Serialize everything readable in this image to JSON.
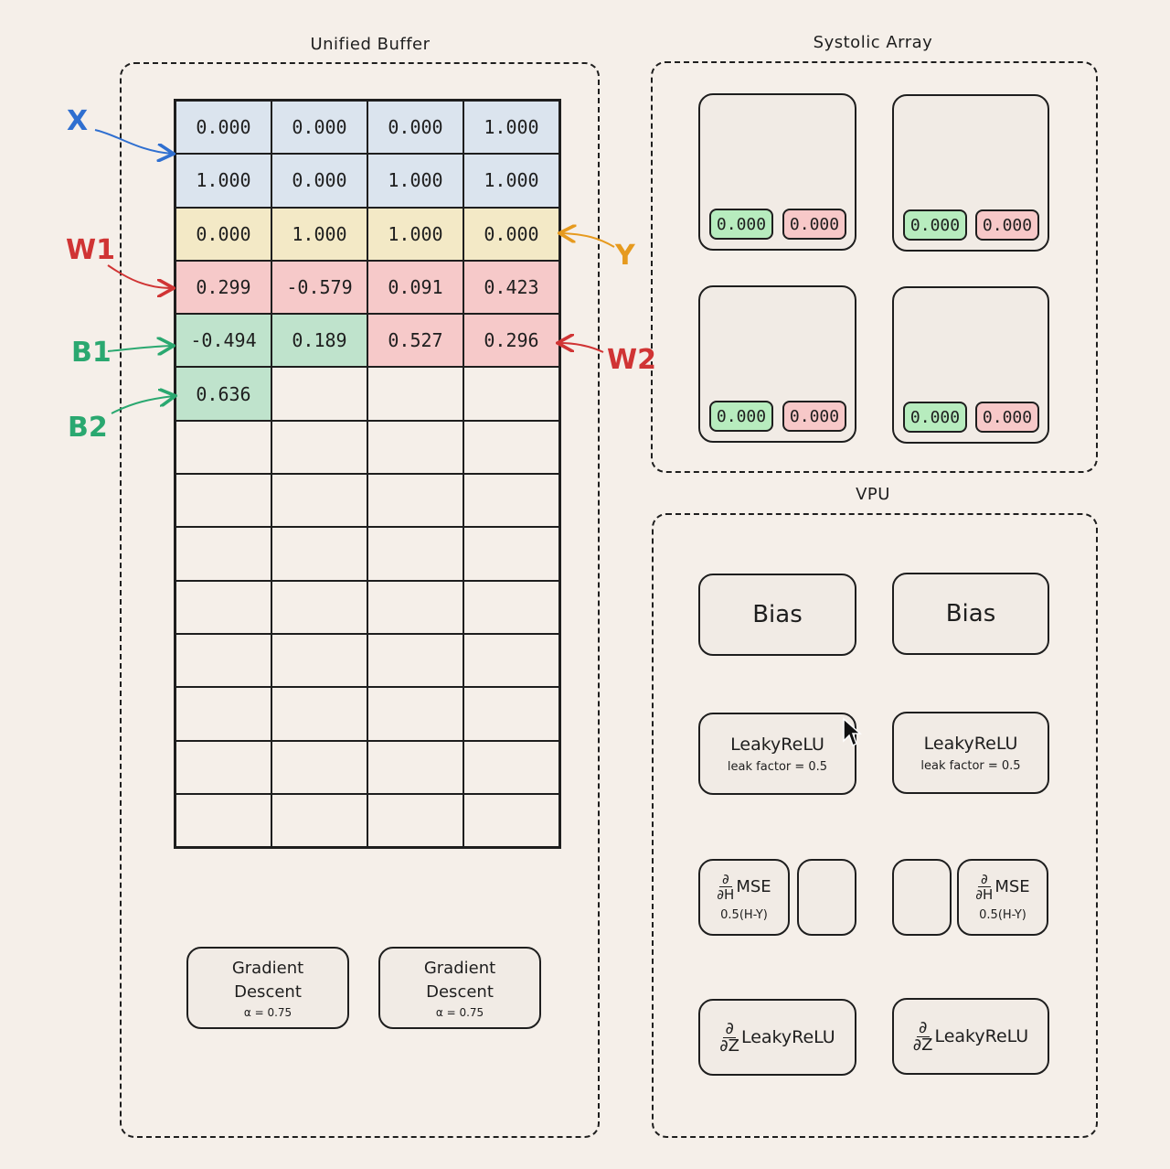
{
  "titles": {
    "unified_buffer": "Unified Buffer",
    "systolic_array": "Systolic Array",
    "vpu": "VPU"
  },
  "labels": {
    "x": "X",
    "y": "Y",
    "w1": "W1",
    "w2": "W2",
    "b1": "B1",
    "b2": "B2"
  },
  "colors": {
    "x_label": "#2f6fd0",
    "y_label": "#e69a1e",
    "w_label": "#d03434",
    "b_label": "#2aa870",
    "x_cell": "#dbe4ee",
    "y_cell": "#f3e9c6",
    "w_cell": "#f6c9c9",
    "b_cell": "#bfe3cc"
  },
  "buffer_rows": [
    {
      "cells": [
        {
          "v": "0.000",
          "t": "x"
        },
        {
          "v": "0.000",
          "t": "x"
        },
        {
          "v": "0.000",
          "t": "x"
        },
        {
          "v": "1.000",
          "t": "x"
        }
      ]
    },
    {
      "cells": [
        {
          "v": "1.000",
          "t": "x"
        },
        {
          "v": "0.000",
          "t": "x"
        },
        {
          "v": "1.000",
          "t": "x"
        },
        {
          "v": "1.000",
          "t": "x"
        }
      ]
    },
    {
      "cells": [
        {
          "v": "0.000",
          "t": "y"
        },
        {
          "v": "1.000",
          "t": "y"
        },
        {
          "v": "1.000",
          "t": "y"
        },
        {
          "v": "0.000",
          "t": "y"
        }
      ]
    },
    {
      "cells": [
        {
          "v": "0.299",
          "t": "w1"
        },
        {
          "v": "-0.579",
          "t": "w1"
        },
        {
          "v": "0.091",
          "t": "w1"
        },
        {
          "v": "0.423",
          "t": "w1"
        }
      ]
    },
    {
      "cells": [
        {
          "v": "-0.494",
          "t": "b1"
        },
        {
          "v": "0.189",
          "t": "b1"
        },
        {
          "v": "0.527",
          "t": "w2"
        },
        {
          "v": "0.296",
          "t": "w2"
        }
      ]
    },
    {
      "cells": [
        {
          "v": "0.636",
          "t": "b2"
        },
        {
          "v": "",
          "t": "empty"
        },
        {
          "v": "",
          "t": "empty"
        },
        {
          "v": "",
          "t": "empty"
        }
      ]
    },
    {
      "cells": [
        {
          "v": "",
          "t": "empty"
        },
        {
          "v": "",
          "t": "empty"
        },
        {
          "v": "",
          "t": "empty"
        },
        {
          "v": "",
          "t": "empty"
        }
      ]
    },
    {
      "cells": [
        {
          "v": "",
          "t": "empty"
        },
        {
          "v": "",
          "t": "empty"
        },
        {
          "v": "",
          "t": "empty"
        },
        {
          "v": "",
          "t": "empty"
        }
      ]
    },
    {
      "cells": [
        {
          "v": "",
          "t": "empty"
        },
        {
          "v": "",
          "t": "empty"
        },
        {
          "v": "",
          "t": "empty"
        },
        {
          "v": "",
          "t": "empty"
        }
      ]
    },
    {
      "cells": [
        {
          "v": "",
          "t": "empty"
        },
        {
          "v": "",
          "t": "empty"
        },
        {
          "v": "",
          "t": "empty"
        },
        {
          "v": "",
          "t": "empty"
        }
      ]
    },
    {
      "cells": [
        {
          "v": "",
          "t": "empty"
        },
        {
          "v": "",
          "t": "empty"
        },
        {
          "v": "",
          "t": "empty"
        },
        {
          "v": "",
          "t": "empty"
        }
      ]
    },
    {
      "cells": [
        {
          "v": "",
          "t": "empty"
        },
        {
          "v": "",
          "t": "empty"
        },
        {
          "v": "",
          "t": "empty"
        },
        {
          "v": "",
          "t": "empty"
        }
      ]
    },
    {
      "cells": [
        {
          "v": "",
          "t": "empty"
        },
        {
          "v": "",
          "t": "empty"
        },
        {
          "v": "",
          "t": "empty"
        },
        {
          "v": "",
          "t": "empty"
        }
      ]
    },
    {
      "cells": [
        {
          "v": "",
          "t": "empty"
        },
        {
          "v": "",
          "t": "empty"
        },
        {
          "v": "",
          "t": "empty"
        },
        {
          "v": "",
          "t": "empty"
        }
      ]
    }
  ],
  "gradient_descent": [
    {
      "line1": "Gradient",
      "line2": "Descent",
      "alpha": "α = 0.75"
    },
    {
      "line1": "Gradient",
      "line2": "Descent",
      "alpha": "α = 0.75"
    }
  ],
  "systolic_pes": [
    {
      "green": "0.000",
      "red": "0.000"
    },
    {
      "green": "0.000",
      "red": "0.000"
    },
    {
      "green": "0.000",
      "red": "0.000"
    },
    {
      "green": "0.000",
      "red": "0.000"
    }
  ],
  "vpu": {
    "bias": [
      "Bias",
      "Bias"
    ],
    "leaky_relu": [
      {
        "title": "LeakyReLU",
        "sub": "leak factor = 0.5"
      },
      {
        "title": "LeakyReLU",
        "sub": "leak factor = 0.5"
      }
    ],
    "mse": [
      {
        "num": "∂",
        "den": "∂H",
        "name": "MSE",
        "sub": "0.5(H-Y)"
      },
      {
        "num": "∂",
        "den": "∂H",
        "name": "MSE",
        "sub": "0.5(H-Y)"
      }
    ],
    "dlrelu": [
      {
        "num": "∂",
        "den": "∂Z",
        "name": "LeakyReLU"
      },
      {
        "num": "∂",
        "den": "∂Z",
        "name": "LeakyReLU"
      }
    ]
  }
}
